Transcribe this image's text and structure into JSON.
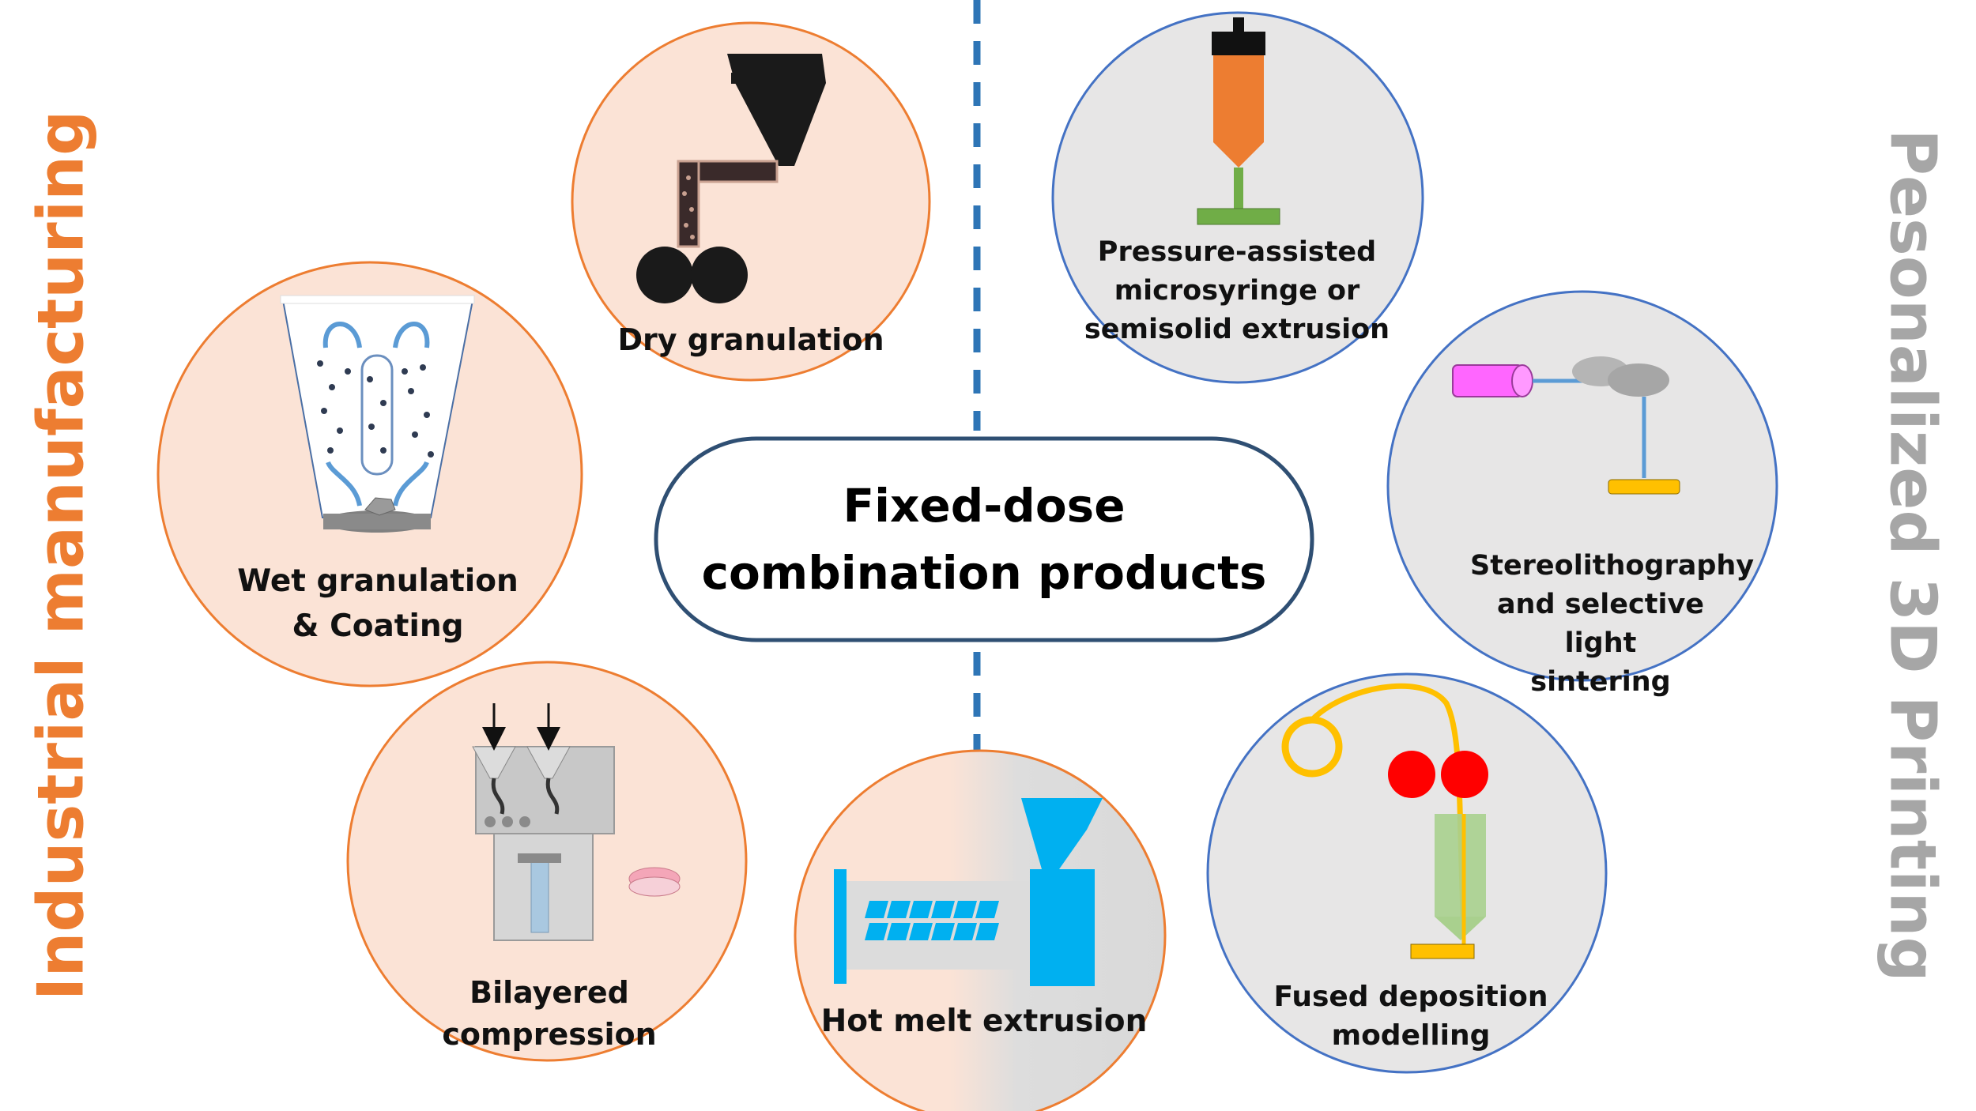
{
  "center": {
    "line1": "Fixed-dose",
    "line2": "combination products"
  },
  "left_title": "Industrial manufacturing",
  "right_title": "Pesonalized 3D Printing",
  "methods": {
    "dry_granulation": {
      "lines": [
        "Dry granulation"
      ]
    },
    "wet_granulation": {
      "lines": [
        "Wet granulation",
        "& Coating"
      ]
    },
    "bilayered": {
      "lines": [
        "Bilayered",
        "compression"
      ]
    },
    "hot_melt": {
      "lines": [
        "Hot melt extrusion"
      ]
    },
    "pressure_assisted": {
      "lines": [
        "Pressure-assisted",
        "microsyringe or",
        "semisolid extrusion"
      ]
    },
    "stereolithography": {
      "lines": [
        "Stereolithography",
        "and selective light",
        "sintering"
      ]
    },
    "fdm": {
      "lines": [
        "Fused deposition",
        "modelling"
      ]
    }
  },
  "colors": {
    "industrial_accent": "#ED7D31",
    "industrial_fill": "#FBE3D6",
    "printing_title": "#A6A6A6",
    "printing_fill": "#E7E6E6",
    "printing_border": "#4472C4",
    "divider": "#2E75B6"
  }
}
